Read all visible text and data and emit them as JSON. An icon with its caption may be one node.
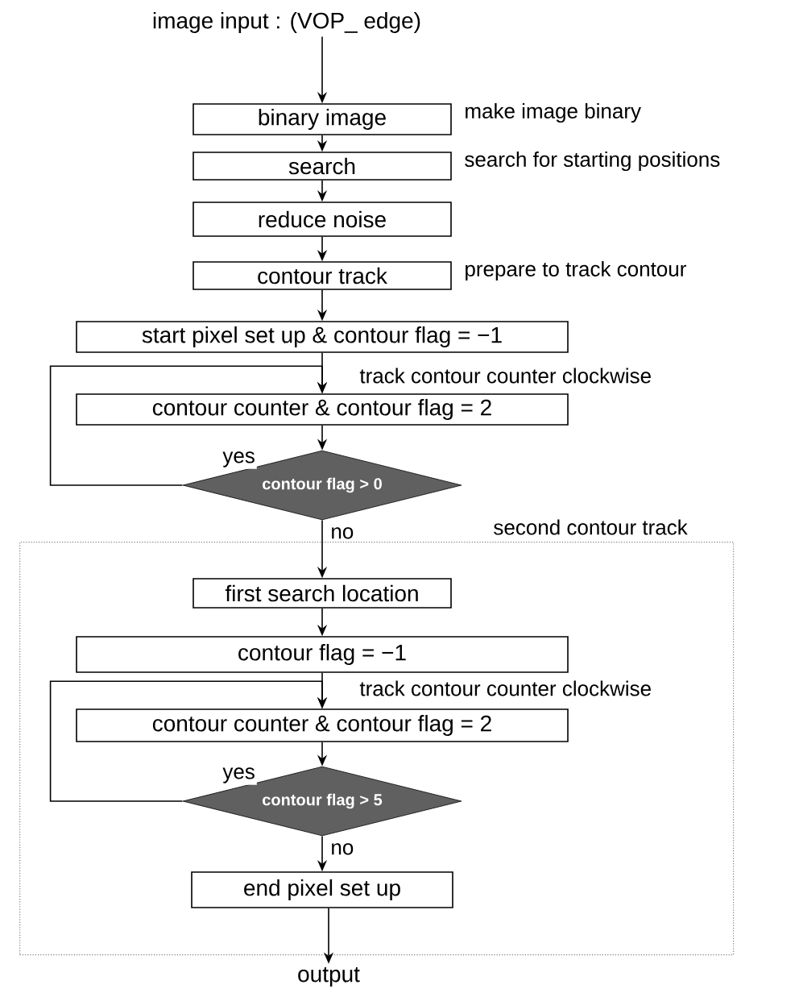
{
  "diagram": {
    "nodes": [
      {
        "text": [
          "image input : (VOP_ edge)"
        ]
      },
      {
        "text": [
          "binary image"
        ],
        "beside": [
          "make image binary"
        ]
      },
      {
        "text": [
          "search"
        ],
        "beside": [
          "search for starting positions"
        ]
      },
      {
        "text": [
          "reduce noise"
        ]
      },
      {
        "text": [
          "contour track"
        ],
        "beside": [
          "prepare to track contour"
        ]
      },
      {
        "text": [
          "start pixel set up & contour flag = −1"
        ]
      },
      {
        "text": [
          "contour counter & contour flag = 2"
        ],
        "beside": [
          "track contour counter clockwise"
        ]
      },
      {
        "text": [
          "contour flag > 0"
        ]
      },
      {
        "text": [
          "second contour track"
        ]
      },
      {
        "text": [
          "first search location"
        ],
        "in": 8
      },
      {
        "text": [
          "contour flag = −1"
        ],
        "in": 8
      },
      {
        "text": [
          "contour counter & contour flag = 2"
        ],
        "in": 8,
        "beside": [
          "track contour counter clockwise"
        ]
      },
      {
        "text": [
          "contour flag > 5"
        ],
        "in": 8
      },
      {
        "text": [
          "end pixel set up"
        ],
        "in": 8
      },
      {
        "text": [
          "output"
        ]
      }
    ],
    "edges": [
      {
        "from": 0,
        "to": 1,
        "arrow": "to"
      },
      {
        "from": 1,
        "to": 2,
        "arrow": "to"
      },
      {
        "from": 2,
        "to": 3,
        "arrow": "to"
      },
      {
        "from": 3,
        "to": 4,
        "arrow": "to"
      },
      {
        "from": 4,
        "to": 5,
        "arrow": "to"
      },
      {
        "from": 5,
        "to": 6,
        "arrow": "to"
      },
      {
        "from": 6,
        "to": 7,
        "arrow": "to"
      },
      {
        "from": 7,
        "to": 6,
        "arrow": "to",
        "label": "yes"
      },
      {
        "from": 7,
        "to": 9,
        "arrow": "to",
        "label": "no"
      },
      {
        "from": 9,
        "to": 10,
        "arrow": "to"
      },
      {
        "from": 10,
        "to": 11,
        "arrow": "to"
      },
      {
        "from": 11,
        "to": 12,
        "arrow": "to"
      },
      {
        "from": 12,
        "to": 11,
        "arrow": "to",
        "label": "yes"
      },
      {
        "from": 12,
        "to": 13,
        "arrow": "to",
        "label": "no"
      },
      {
        "from": 13,
        "to": 14,
        "arrow": "to"
      }
    ]
  }
}
